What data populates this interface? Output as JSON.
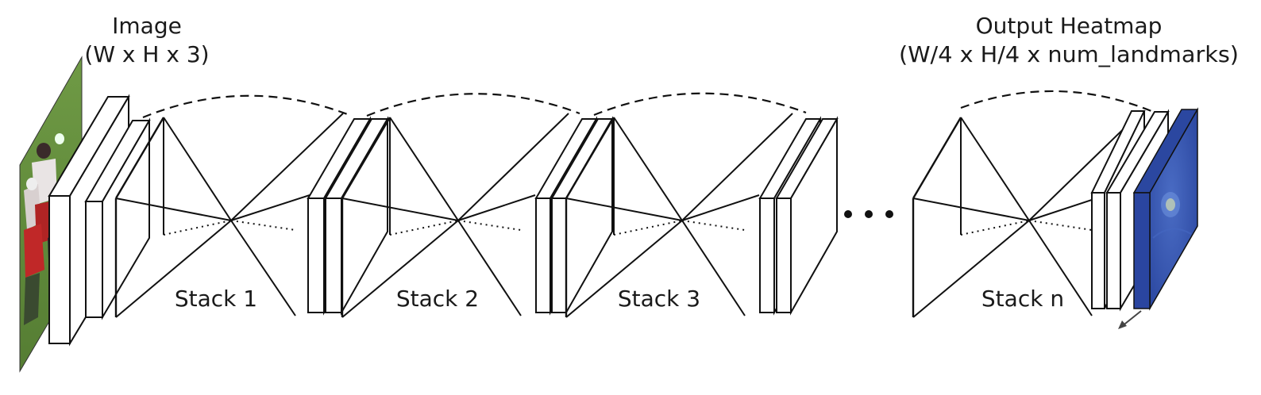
{
  "input_label": {
    "line1": "Image",
    "line2": "(W x H x 3)"
  },
  "output_label": {
    "line1": "Output Heatmap",
    "line2": "(W/4 x H/4 x num_landmarks)"
  },
  "stacks": [
    {
      "label": "Stack 1"
    },
    {
      "label": "Stack 2"
    },
    {
      "label": "Stack 3"
    },
    {
      "label": "Stack n"
    }
  ],
  "ellipsis": "...",
  "colors": {
    "stroke": "#111111",
    "heatmap": "#2f4fa8",
    "photo_grass": "#5f8a3a"
  }
}
